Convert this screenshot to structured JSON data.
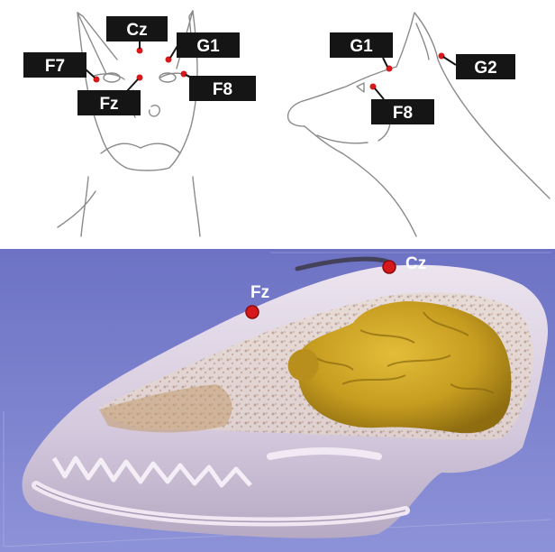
{
  "front_view": {
    "labels": {
      "cz": "Cz",
      "g1": "G1",
      "f7": "F7",
      "f8": "F8",
      "fz": "Fz"
    }
  },
  "side_view": {
    "labels": {
      "g1": "G1",
      "g2": "G2",
      "f8": "F8"
    }
  },
  "ct_view": {
    "labels": {
      "fz": "Fz",
      "cz": "Cz"
    }
  },
  "colors": {
    "electrode": "#d7191c",
    "label_box": "#151515",
    "background_3d": "#6f74c6",
    "skull": "#dcd3e4",
    "brain": "#c9a22a"
  }
}
